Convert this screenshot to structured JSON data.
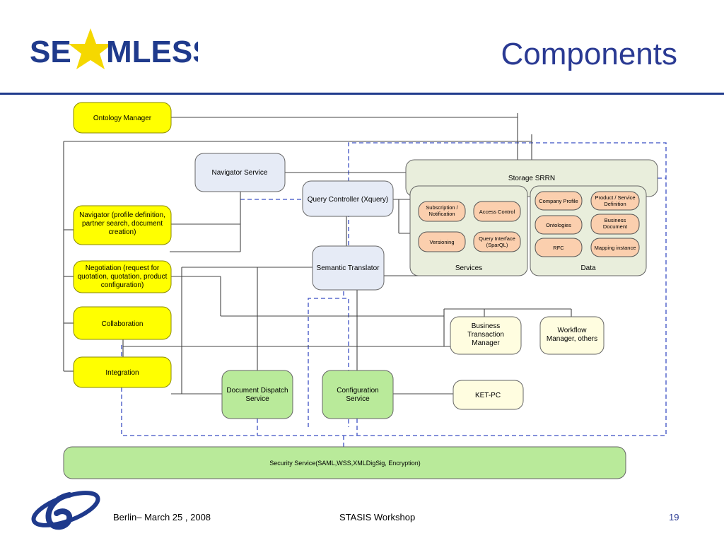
{
  "header": {
    "logo_text_left": "SE",
    "logo_text_right": "MLESS",
    "title": "Components"
  },
  "diagram": {
    "nodes": {
      "ontology_manager": "Ontology Manager",
      "navigator": [
        "Navigator (profile definition,",
        "partner search, document",
        "creation)"
      ],
      "negotiation": [
        "Negotiation (request for",
        "quotation, quotation, product",
        "configuration)"
      ],
      "collaboration": "Collaboration",
      "integration": "Integration",
      "navigator_service": "Navigator Service",
      "query_controller": "Query Controller (Xquery)",
      "semantic_translator": "Semantic Translator",
      "storage_srrn": "Storage SRRN",
      "services_label": "Services",
      "data_label": "Data",
      "subscription": [
        "Subscription /",
        "Notification"
      ],
      "access_control": "Access Control",
      "versioning": "Versioning",
      "query_interface": [
        "Query Interface",
        "(SparQL)"
      ],
      "company_profile": "Company Profile",
      "product_service": [
        "Product / Service",
        "Definition"
      ],
      "ontologies": "Ontologies",
      "business_document": [
        "Business",
        "Document"
      ],
      "rfc": "RFC",
      "mapping_instance": "Mapping instance",
      "business_transaction": [
        "Business",
        "Transaction",
        "Manager"
      ],
      "workflow_manager": [
        "Workflow",
        "Manager, others"
      ],
      "document_dispatch": [
        "Document Dispatch",
        "Service"
      ],
      "configuration_service": [
        "Configuration",
        "Service"
      ],
      "ket_pc": "KET-PC",
      "security_service": "Security Service(SAML,WSS,XMLDigSig, Encryption)"
    },
    "colors": {
      "yellow": "#ffff00",
      "light_blue": "#e6ebf6",
      "storage_green": "#e9eedc",
      "salmon": "#fbcfae",
      "light_yellow": "#fffde0",
      "green": "#b9ea9a",
      "dashed_blue": "#3b4fc4",
      "brand_blue": "#2a3a93"
    }
  },
  "footer": {
    "left": "Berlin– March 25 , 2008",
    "center": "STASIS Workshop",
    "page": "19"
  }
}
